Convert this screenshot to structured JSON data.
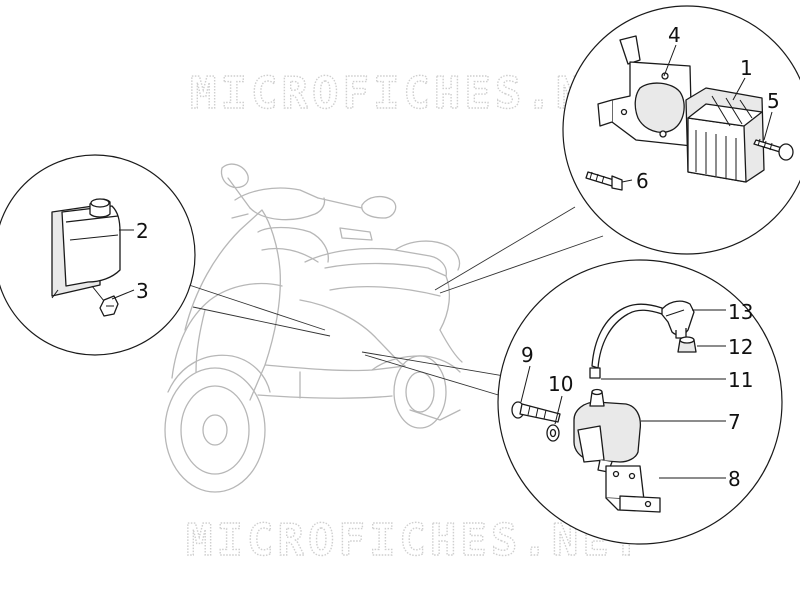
{
  "watermark": {
    "text": "MICROFICHES.NET"
  },
  "callouts": [
    {
      "id": "1",
      "label": "1"
    },
    {
      "id": "2",
      "label": "2"
    },
    {
      "id": "3",
      "label": "3"
    },
    {
      "id": "4",
      "label": "4"
    },
    {
      "id": "5",
      "label": "5"
    },
    {
      "id": "6",
      "label": "6"
    },
    {
      "id": "7",
      "label": "7"
    },
    {
      "id": "8",
      "label": "8"
    },
    {
      "id": "9",
      "label": "9"
    },
    {
      "id": "10",
      "label": "10"
    },
    {
      "id": "11",
      "label": "11"
    },
    {
      "id": "12",
      "label": "12"
    },
    {
      "id": "13",
      "label": "13"
    }
  ],
  "colors": {
    "ink": "#1a1a1a",
    "scooter": "#b7b7b7",
    "watermark": "#cfcfcf",
    "background": "#ffffff"
  }
}
